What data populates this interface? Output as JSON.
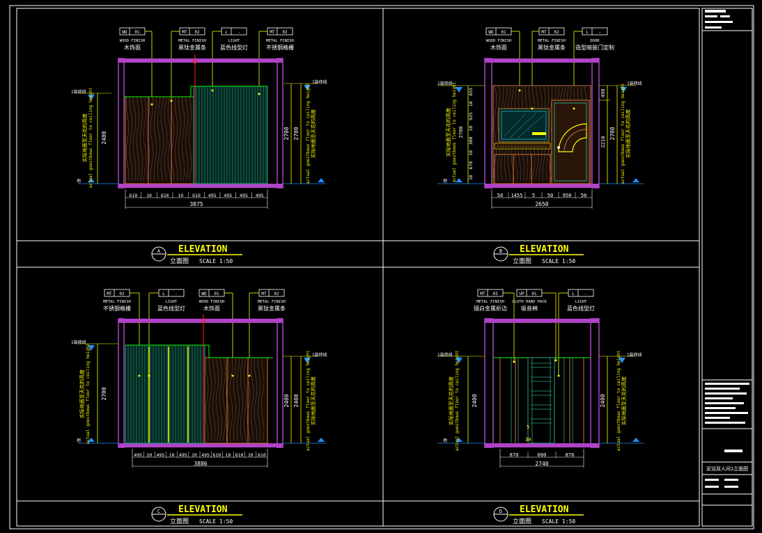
{
  "panels": {
    "A": {
      "letter": "A",
      "title": "ELEVATION",
      "subtitle": "立面图",
      "scale": "SCALE 1:50",
      "tags": [
        {
          "code": "WD",
          "num": "01",
          "en": "WOOD FINISH",
          "cn": "木饰面"
        },
        {
          "code": "MT",
          "num": "02",
          "en": "METAL FINISH",
          "cn": "黑钛金属条"
        },
        {
          "code": "L",
          "num": "-",
          "en": "LIGHT",
          "cn": "蓝色线型灯"
        },
        {
          "code": "MT",
          "num": "02",
          "en": "METAL FINISH",
          "cn": "不锈钢格栅"
        }
      ],
      "bottom_dims": [
        "610",
        "10",
        "610",
        "10",
        "610",
        "495",
        "495",
        "495",
        "495"
      ],
      "total": "3875",
      "left_height": "2400",
      "right_heights": [
        "2700",
        "2700"
      ],
      "left_level_tag": "1装修线",
      "right_level_tag": "1装修线",
      "side_note_cn": "实际地面至天花的高度",
      "side_note_en": "actual goestbows floor to ceiling height",
      "floor_mark": "地"
    },
    "B": {
      "letter": "B",
      "title": "ELEVATION",
      "subtitle": "立面图",
      "scale": "SCALE 1:50",
      "tags": [
        {
          "code": "WD",
          "num": "01",
          "en": "WOOD FINISH",
          "cn": "木饰面"
        },
        {
          "code": "MT",
          "num": "02",
          "en": "METAL FINISH",
          "cn": "黑钛金属条"
        },
        {
          "code": "L",
          "num": "-",
          "en": "DOOR",
          "cn": "造型暗装门定制"
        }
      ],
      "left_dims": [
        "655",
        "10",
        "925",
        "10",
        "300",
        "10",
        "670",
        "10"
      ],
      "left_total": "2700",
      "right_dims": [
        "490",
        "2210"
      ],
      "right_total": "2700",
      "bottom_dims": [
        "50",
        "1455",
        "5",
        "50",
        "950",
        "50"
      ],
      "total": "2650",
      "left_level_tag": "1装修线",
      "right_level_tag": "1装修线",
      "side_note_cn": "实际地面至天花的高度",
      "side_note_en": "actual goestbows floor to ceiling height",
      "floor_mark": "地"
    },
    "C": {
      "letter": "C",
      "title": "ELEVATION",
      "subtitle": "立面图",
      "scale": "SCALE 1:50",
      "tags": [
        {
          "code": "MT",
          "num": "02",
          "en": "METAL FINISH",
          "cn": "不锈钢格栅"
        },
        {
          "code": "L",
          "num": "-",
          "en": "LIGHT",
          "cn": "蓝色线型灯"
        },
        {
          "code": "WD",
          "num": "01",
          "en": "WOOD FINISH",
          "cn": "木饰面"
        },
        {
          "code": "MT",
          "num": "02",
          "en": "METAL FINISH",
          "cn": "黑钛金属条"
        }
      ],
      "bottom_dims": [
        "495",
        "10",
        "495",
        "10",
        "495",
        "10",
        "495",
        "610",
        "10",
        "610",
        "10",
        "610"
      ],
      "total": "3886",
      "left_height": "2700",
      "right_heights": [
        "2400",
        "2400"
      ],
      "left_level_tag": "1装修线",
      "right_level_tag": "1装修线",
      "side_note_cn": "实际地面至天花的高度",
      "side_note_en": "actual goestbows floor to ceiling height",
      "floor_mark": "地"
    },
    "D": {
      "letter": "D",
      "title": "ELEVATION",
      "subtitle": "立面图",
      "scale": "SCALE 1:50",
      "tags": [
        {
          "code": "MT",
          "num": "03",
          "en": "METAL FINISH",
          "cn": "镜白金属折边"
        },
        {
          "code": "UP",
          "num": "01",
          "en": "CLOTH HARD PACK",
          "cn": "吸音棉"
        },
        {
          "code": "L",
          "num": "-",
          "en": "LIGHT",
          "cn": "蓝色线型灯"
        }
      ],
      "bottom_dims": [
        "870",
        "600",
        "870"
      ],
      "total": "2740",
      "left_height": "2400",
      "right_heights": [
        "2400"
      ],
      "mid_marks": [
        "5",
        "30"
      ],
      "left_level_tag": "1装修线",
      "right_level_tag": "1装修线",
      "side_note_cn": "实际地面至天花的高度",
      "side_note_en": "actual goestbows floor to ceiling height",
      "floor_mark": "地"
    }
  },
  "title_block": {
    "drawing_name": "泥浴双人间1立面图"
  },
  "colors": {
    "background": "#000000",
    "frame": "#ffffff",
    "wall_purple": "#b043c8",
    "wood": "#c8733a",
    "metal_green": "#2aa386",
    "yellow": "#ffff00",
    "dim_white": "#ffffff",
    "blue_marker": "#1e90ff",
    "red": "#ff2020",
    "cyan": "#40e0e0",
    "green": "#00ff00"
  }
}
